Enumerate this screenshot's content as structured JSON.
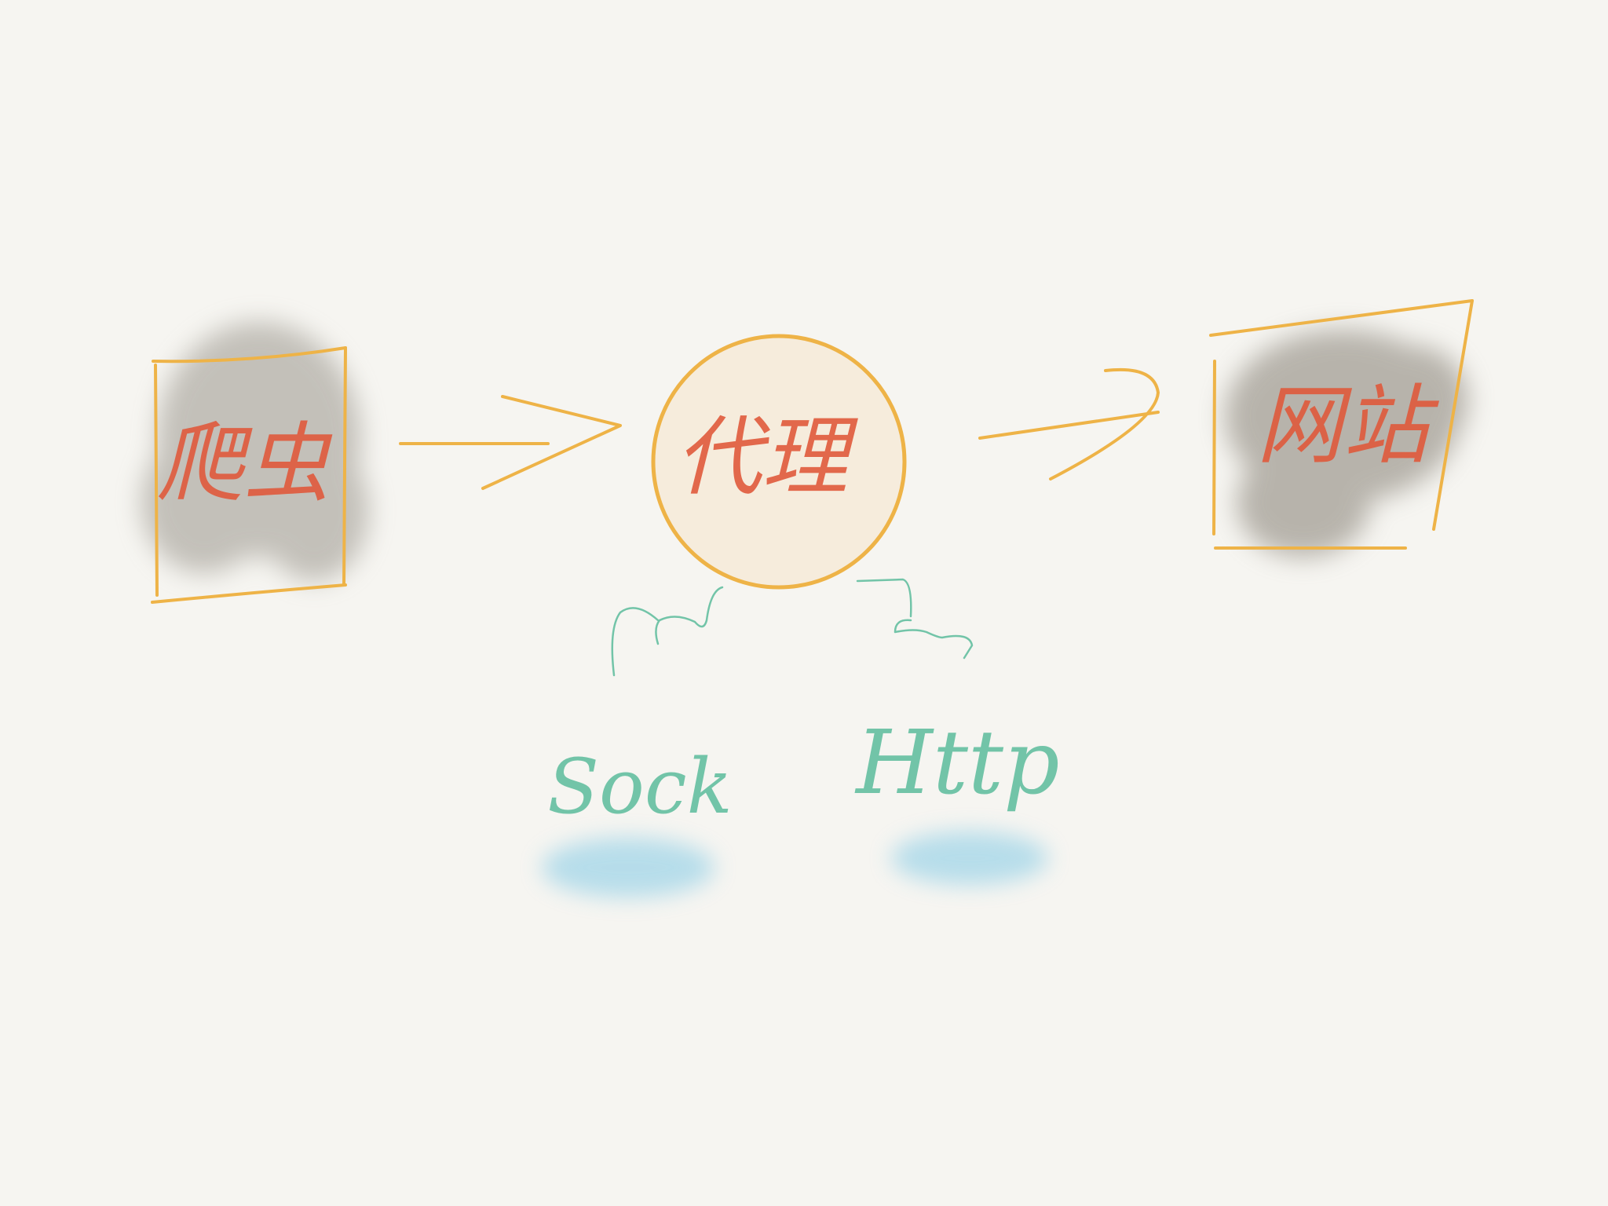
{
  "diagram": {
    "nodes": [
      {
        "id": "crawler",
        "label": "爬虫",
        "shape": "rectangle"
      },
      {
        "id": "proxy",
        "label": "代理",
        "shape": "circle"
      },
      {
        "id": "website",
        "label": "网站",
        "shape": "quadrilateral"
      },
      {
        "id": "sock",
        "label": "Sock",
        "shape": "text"
      },
      {
        "id": "http",
        "label": "Http",
        "shape": "text"
      }
    ],
    "edges": [
      {
        "from": "crawler",
        "to": "proxy",
        "style": "arrow"
      },
      {
        "from": "proxy",
        "to": "website",
        "style": "arrow"
      },
      {
        "from": "proxy",
        "to": "sock",
        "style": "curly-brace"
      },
      {
        "from": "proxy",
        "to": "http",
        "style": "curly-brace"
      }
    ]
  },
  "colors": {
    "background": "#f6f5f1",
    "box_stroke": "#eeb347",
    "circle_fill": "#f6ecdc",
    "handwriting_red": "#e05a3c",
    "handwriting_teal": "#72c4a8",
    "smudge_gray": "#9a958c",
    "smudge_blue": "#8ccde6"
  }
}
